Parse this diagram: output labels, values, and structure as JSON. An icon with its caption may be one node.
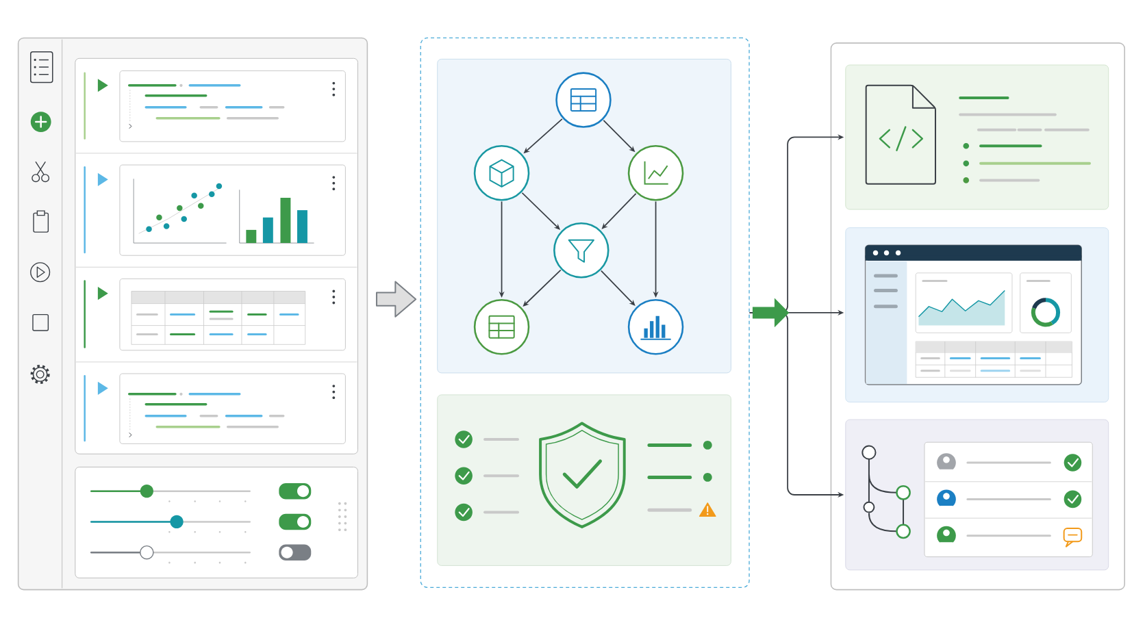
{
  "diagram": {
    "nodes": [
      {
        "text": [],
        "shape": "box"
      },
      {
        "text": [],
        "shape": "box"
      },
      {
        "text": [],
        "shape": "box",
        "in": 1
      },
      {
        "text": [],
        "shape": "circle",
        "in": 2
      },
      {
        "text": [],
        "shape": "circle",
        "in": 2
      },
      {
        "text": [],
        "shape": "circle",
        "in": 2
      },
      {
        "text": [],
        "shape": "circle",
        "in": 2
      },
      {
        "text": [],
        "shape": "circle",
        "in": 2
      },
      {
        "text": [],
        "shape": "circle",
        "in": 2
      },
      {
        "text": [],
        "shape": "box"
      },
      {
        "text": [],
        "shape": "box",
        "in": 9
      },
      {
        "text": [],
        "shape": "box",
        "in": 9
      },
      {
        "text": [],
        "shape": "box",
        "in": 9
      }
    ],
    "edges": [
      {
        "from": 0,
        "to": 1,
        "arrow": "to",
        "style": "thick"
      },
      {
        "from": 1,
        "to": 10,
        "arrow": "to"
      },
      {
        "from": 1,
        "to": 11,
        "arrow": "to"
      },
      {
        "from": 1,
        "to": 12,
        "arrow": "to"
      },
      {
        "from": 3,
        "to": 4,
        "arrow": "to"
      },
      {
        "from": 3,
        "to": 5,
        "arrow": "to"
      },
      {
        "from": 4,
        "to": 6,
        "arrow": "to"
      },
      {
        "from": 5,
        "to": 6,
        "arrow": "to"
      },
      {
        "from": 4,
        "to": 7,
        "arrow": "to"
      },
      {
        "from": 5,
        "to": 8,
        "arrow": "to"
      },
      {
        "from": 6,
        "to": 7,
        "arrow": "to"
      },
      {
        "from": 6,
        "to": 8,
        "arrow": "to"
      }
    ]
  }
}
